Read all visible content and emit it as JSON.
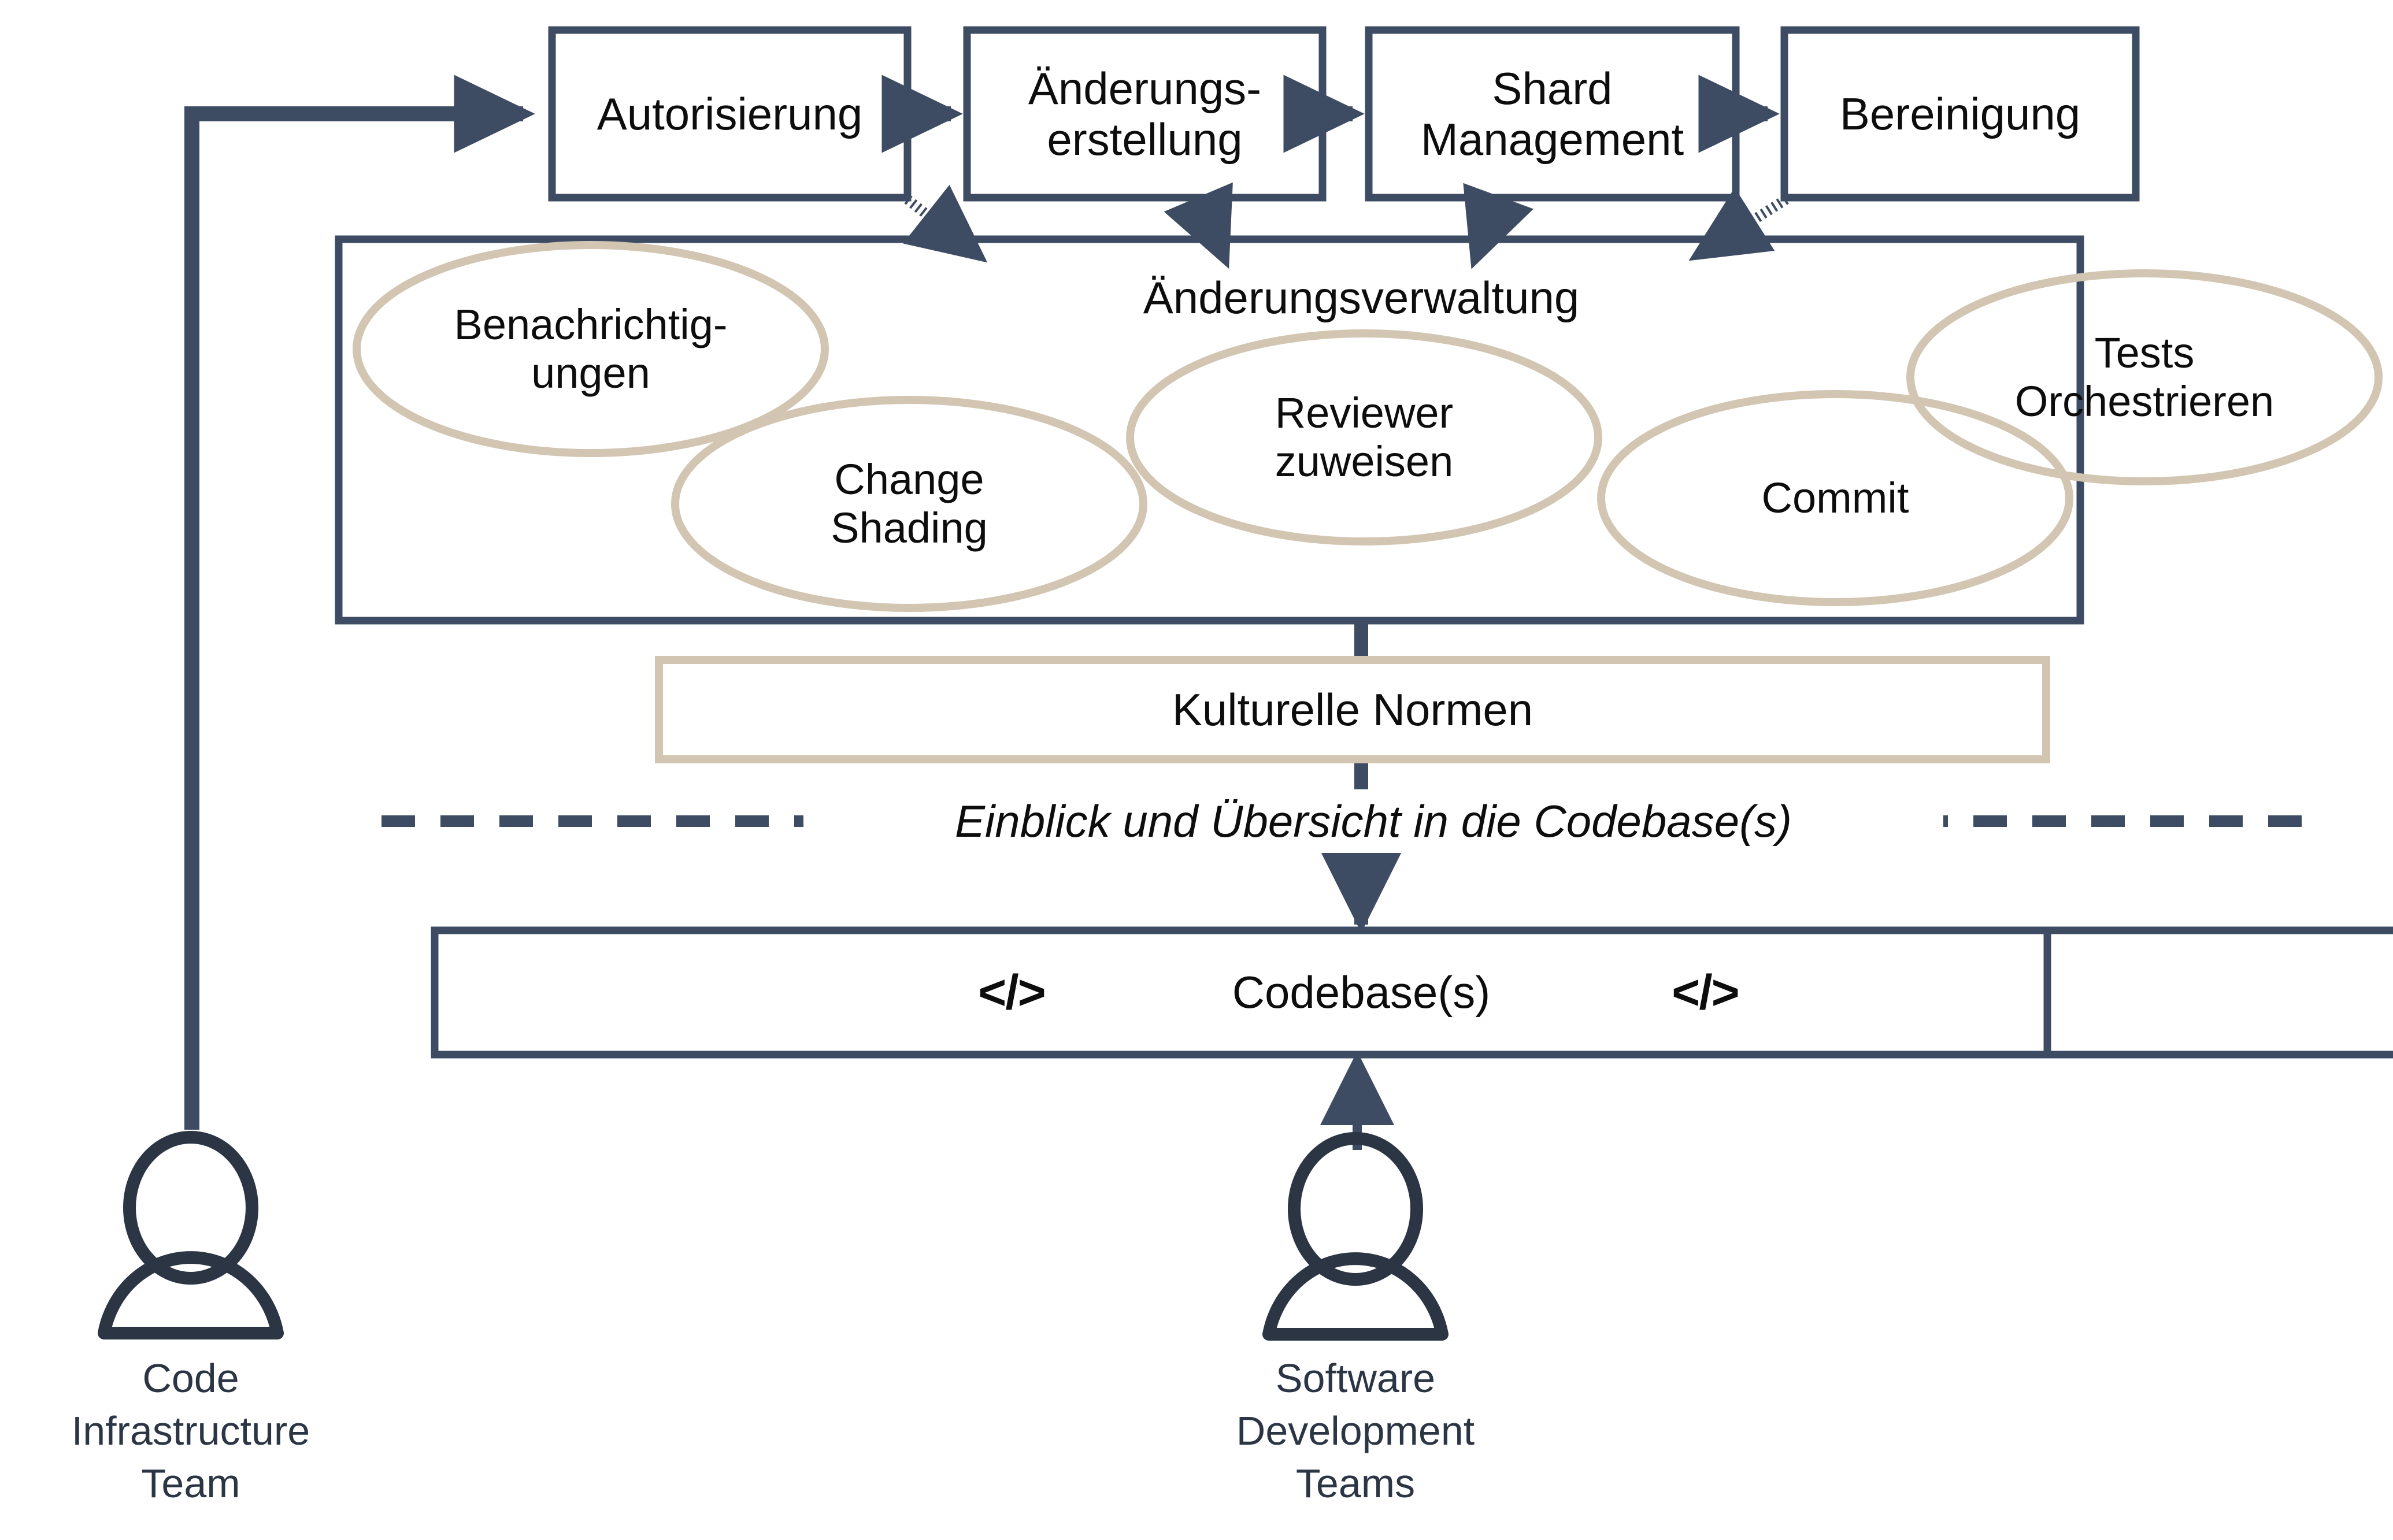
{
  "colors": {
    "line_dark": "#3d4c63",
    "accent_tan": "#d2c5b2",
    "text_dark": "#0d0d0d",
    "actor_dark": "#2b3544",
    "background": "#ffffff"
  },
  "pipeline": {
    "stages": [
      {
        "id": "authorization",
        "label": "Autorisierung"
      },
      {
        "id": "change-creation",
        "label": "Änderungs-\nerstellung"
      },
      {
        "id": "shard-management",
        "label": "Shard\nManagement"
      },
      {
        "id": "cleanup",
        "label": "Bereinigung"
      }
    ]
  },
  "change_management": {
    "title": "Änderungsverwaltung",
    "capabilities": [
      {
        "id": "notifications",
        "label": "Benachrichtig-\nungen"
      },
      {
        "id": "change-shading",
        "label": "Change\nShading"
      },
      {
        "id": "assign-reviewer",
        "label": "Reviewer\nzuweisen"
      },
      {
        "id": "commit",
        "label": "Commit"
      },
      {
        "id": "orchestrate-tests",
        "label": "Tests\nOrchestrieren"
      }
    ]
  },
  "cultural_norms": {
    "label": "Kulturelle Normen"
  },
  "divider": {
    "label": "Einblick und Übersicht in die Codebase(s)"
  },
  "codebase": {
    "label": "Codebase(s)",
    "left_icon": "</>",
    "right_icon": "</>"
  },
  "actors": [
    {
      "id": "code-infrastructure-team",
      "label": "Code\nInfrastructure\nTeam"
    },
    {
      "id": "software-development-teams",
      "label": "Software\nDevelopment\nTeams"
    }
  ]
}
